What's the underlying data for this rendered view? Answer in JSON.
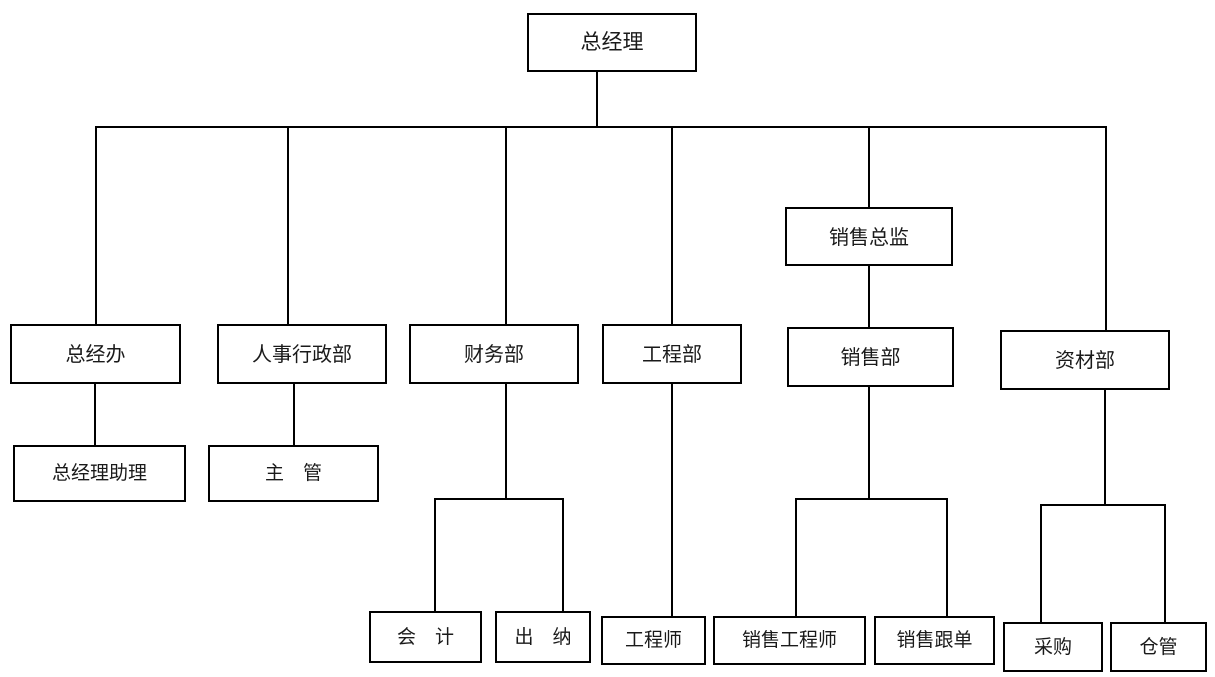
{
  "diagram": {
    "title_text": "总经理",
    "type": "organization-chart",
    "orientation": "top-down",
    "box_border_color": "#000000",
    "box_fill_color": "#ffffff",
    "connector_color": "#000000",
    "text_color": "#1a1a1a",
    "background_color": "#ffffff"
  },
  "nodes": {
    "general_manager": {
      "label": "总经理",
      "level": 1
    },
    "gm_office": {
      "label": "总经办",
      "level": 2
    },
    "hr_admin_dept": {
      "label": "人事行政部",
      "level": 2
    },
    "finance_dept": {
      "label": "财务部",
      "level": 2
    },
    "engineering_dept": {
      "label": "工程部",
      "level": 2
    },
    "sales_director": {
      "label": "销售总监",
      "level": 2
    },
    "sales_dept": {
      "label": "销售部",
      "level": 3
    },
    "materials_dept": {
      "label": "资材部",
      "level": 2
    },
    "gm_assistant": {
      "label": "总经理助理",
      "level": 3
    },
    "supervisor": {
      "label": "主　管",
      "level": 3
    },
    "accountant": {
      "label": "会　计",
      "level": 4
    },
    "cashier": {
      "label": "出　纳",
      "level": 4
    },
    "engineer": {
      "label": "工程师",
      "level": 4
    },
    "sales_engineer": {
      "label": "销售工程师",
      "level": 4
    },
    "sales_merchandiser": {
      "label": "销售跟单",
      "level": 4
    },
    "purchasing": {
      "label": "采购",
      "level": 4
    },
    "warehouse": {
      "label": "仓管",
      "level": 4
    }
  }
}
